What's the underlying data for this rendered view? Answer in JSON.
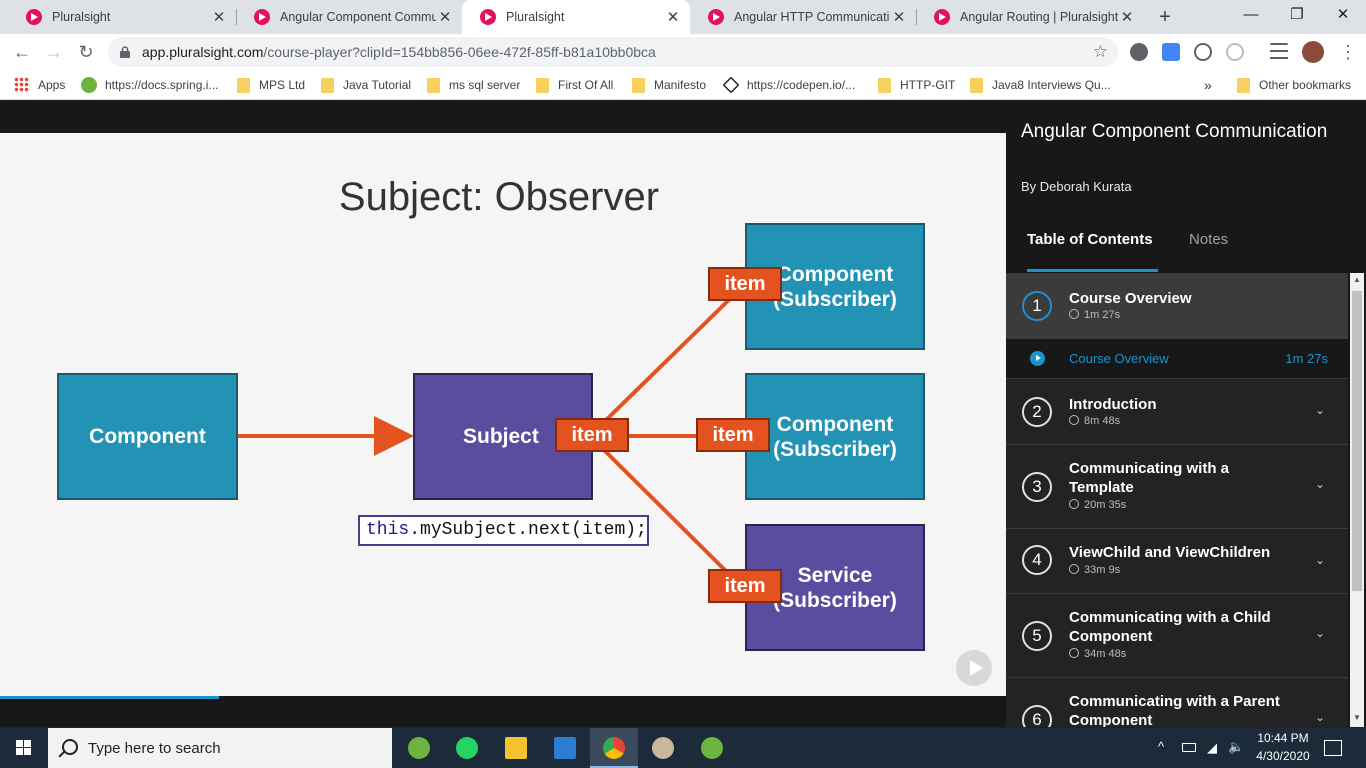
{
  "browser": {
    "tabs": [
      {
        "title": "Pluralsight"
      },
      {
        "title": "Angular Component Communi"
      },
      {
        "title": "Pluralsight"
      },
      {
        "title": "Angular HTTP Communication"
      },
      {
        "title": "Angular Routing | Pluralsight"
      }
    ],
    "url_host": "app.pluralsight.com",
    "url_rest": "/course-player?clipId=154bb856-06ee-472f-85ff-b81a10bb0bca",
    "bookmarks": [
      "Apps",
      "https://docs.spring.i...",
      "MPS Ltd",
      "Java Tutorial",
      "ms sql server",
      "First Of All",
      "Manifesto",
      "https://codepen.io/...",
      "HTTP-GIT",
      "Java8 Interviews Qu..."
    ],
    "bookmarks_overflow": "»",
    "other_bookmarks": "Other bookmarks"
  },
  "slide": {
    "title": "Subject: Observer",
    "component_label": "Component",
    "subject_label": "Subject",
    "item_label": "item",
    "subscriber1_line1": "Component",
    "subscriber1_line2": "(Subscriber)",
    "subscriber2_line1": "Component",
    "subscriber2_line2": "(Subscriber)",
    "subscriber3_line1": "Service",
    "subscriber3_line2": "(Subscriber)",
    "code_keyword": "this",
    "code_rest": ".mySubject.next(item);",
    "progress": 0.218,
    "arrow_color": "#e4531f",
    "teal_color": "#2293b5",
    "purple_color": "#5c4c9f"
  },
  "sidebar": {
    "course_title": "Angular Component Communication",
    "author": "By Deborah Kurata",
    "tab_toc": "Table of Contents",
    "tab_notes": "Notes",
    "modules": [
      {
        "num": "1",
        "title": "Course Overview",
        "duration": "1m 27s"
      },
      {
        "num": "2",
        "title": "Introduction",
        "duration": "8m 48s"
      },
      {
        "num": "3",
        "title": "Communicating with a Template",
        "duration": "20m 35s"
      },
      {
        "num": "4",
        "title": "ViewChild and ViewChildren",
        "duration": "33m 9s"
      },
      {
        "num": "5",
        "title": "Communicating with a Child Component",
        "duration": "34m 48s"
      },
      {
        "num": "6",
        "title": "Communicating with a Parent Component",
        "duration": ""
      }
    ],
    "current_clip": {
      "title": "Course Overview",
      "duration": "1m 27s"
    },
    "accent_color": "#1a93d1"
  },
  "taskbar": {
    "search_placeholder": "Type here to search",
    "time": "10:44 PM",
    "date": "4/30/2020"
  }
}
